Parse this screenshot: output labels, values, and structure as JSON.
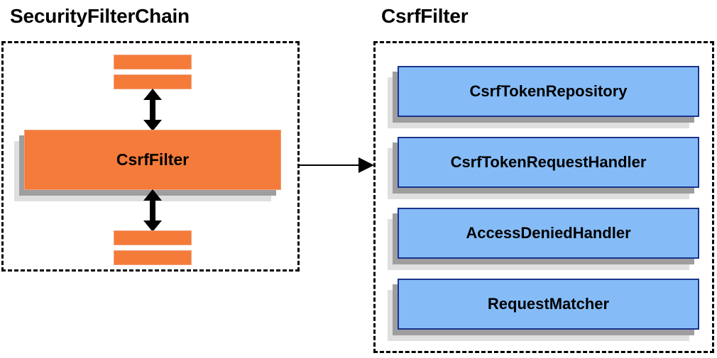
{
  "diagram": {
    "left_panel": {
      "title": "SecurityFilterChain",
      "main_node": "CsrfFilter",
      "slats": [
        "",
        "",
        "",
        ""
      ],
      "arrows": [
        "double-headed-vertical-up",
        "double-headed-vertical-down"
      ]
    },
    "right_panel": {
      "title": "CsrfFilter",
      "nodes": [
        {
          "label": "CsrfTokenRepository"
        },
        {
          "label": "CsrfTokenRequestHandler"
        },
        {
          "label": "AccessDeniedHandler"
        },
        {
          "label": "RequestMatcher"
        }
      ]
    },
    "connector": {
      "icon": "right-arrow-icon",
      "from": "CsrfFilter",
      "to": "CsrfFilter details"
    },
    "colors": {
      "orange_fill": "#f47b39",
      "orange_border": "#f1a37f",
      "blue_fill": "#85bcf7",
      "blue_border": "#1b348c",
      "shadow_near": "#9e9e9e",
      "shadow_far": "#dfdfdf",
      "outline": "#000000",
      "background": "#ffffff"
    }
  }
}
